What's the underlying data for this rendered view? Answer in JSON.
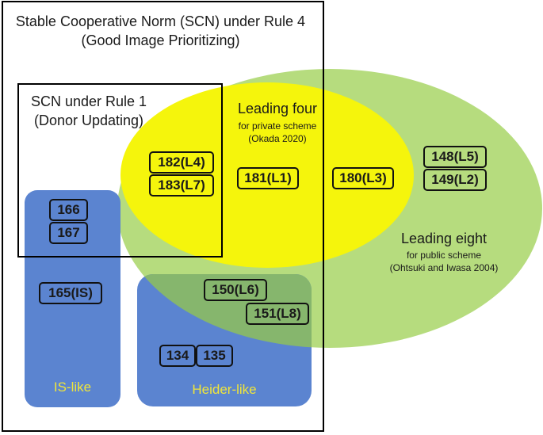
{
  "outer_frame": {
    "title_line1": "Stable Cooperative Norm (SCN) under Rule 4",
    "title_line2": "(Good Image Prioritizing)"
  },
  "inner_frame": {
    "title_line1": "SCN under Rule 1",
    "title_line2": "(Donor Updating)"
  },
  "leading_four": {
    "title": "Leading four",
    "subtitle": "for private scheme",
    "citation": "(Okada 2020)"
  },
  "leading_eight": {
    "title": "Leading eight",
    "subtitle": "for public scheme",
    "citation": "(Ohtsuki and Iwasa 2004)"
  },
  "is_like": {
    "label": "IS-like"
  },
  "heider_like": {
    "label": "Heider-like"
  },
  "strategies": {
    "s182": "182(L4)",
    "s183": "183(L7)",
    "s181": "181(L1)",
    "s180": "180(L3)",
    "s148": "148(L5)",
    "s149": "149(L2)",
    "s166": "166",
    "s167": "167",
    "s165": "165(IS)",
    "s150": "150(L6)",
    "s151": "151(L8)",
    "s134": "134",
    "s135": "135"
  },
  "colors": {
    "leading_eight_fill": "#b6dc7e",
    "leading_four_fill": "#f5f50c",
    "like_region_fill": "#5b84d0",
    "overlap_fill": "#86b66d",
    "region_label_text": "#f0e53a"
  }
}
